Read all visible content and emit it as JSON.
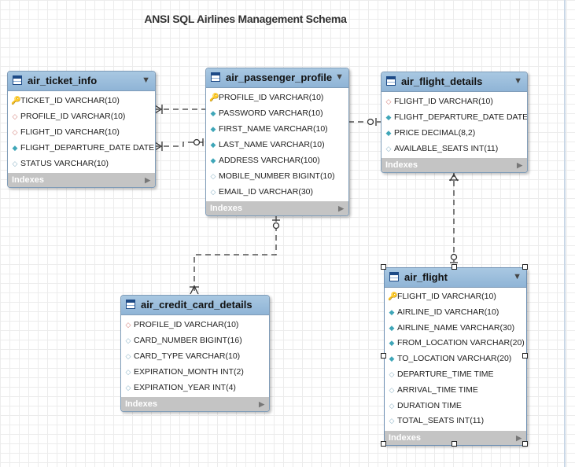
{
  "title": "ANSI SQL Airlines Management Schema",
  "footer_label": "Indexes",
  "colors": {
    "header": "#8fb4d6",
    "footer": "#c4c4c4",
    "key": "#e3b600",
    "fk": "#d3807a",
    "notnull": "#3fa6b8"
  },
  "entities": {
    "air_ticket_info": {
      "name": "air_ticket_info",
      "columns": [
        {
          "text": "TICKET_ID VARCHAR(10)",
          "marker": "key-icon"
        },
        {
          "text": "PROFILE_ID VARCHAR(10)",
          "marker": "foreign-key-icon"
        },
        {
          "text": "FLIGHT_ID VARCHAR(10)",
          "marker": "foreign-key-icon"
        },
        {
          "text": "FLIGHT_DEPARTURE_DATE DATE",
          "marker": "not-null-icon"
        },
        {
          "text": "STATUS VARCHAR(10)",
          "marker": "nullable-icon"
        }
      ]
    },
    "air_passenger_profile": {
      "name": "air_passenger_profile",
      "columns": [
        {
          "text": "PROFILE_ID VARCHAR(10)",
          "marker": "key-icon"
        },
        {
          "text": "PASSWORD VARCHAR(10)",
          "marker": "not-null-icon"
        },
        {
          "text": "FIRST_NAME VARCHAR(10)",
          "marker": "not-null-icon"
        },
        {
          "text": "LAST_NAME VARCHAR(10)",
          "marker": "not-null-icon"
        },
        {
          "text": "ADDRESS VARCHAR(100)",
          "marker": "not-null-icon"
        },
        {
          "text": "MOBILE_NUMBER BIGINT(10)",
          "marker": "nullable-icon"
        },
        {
          "text": "EMAIL_ID VARCHAR(30)",
          "marker": "nullable-icon"
        }
      ]
    },
    "air_flight_details": {
      "name": "air_flight_details",
      "columns": [
        {
          "text": "FLIGHT_ID VARCHAR(10)",
          "marker": "foreign-key-icon"
        },
        {
          "text": "FLIGHT_DEPARTURE_DATE DATE",
          "marker": "not-null-icon"
        },
        {
          "text": "PRICE DECIMAL(8,2)",
          "marker": "not-null-icon"
        },
        {
          "text": "AVAILABLE_SEATS INT(11)",
          "marker": "nullable-icon"
        }
      ]
    },
    "air_credit_card_details": {
      "name": "air_credit_card_details",
      "columns": [
        {
          "text": "PROFILE_ID VARCHAR(10)",
          "marker": "foreign-key-icon"
        },
        {
          "text": "CARD_NUMBER BIGINT(16)",
          "marker": "nullable-icon"
        },
        {
          "text": "CARD_TYPE VARCHAR(10)",
          "marker": "nullable-icon"
        },
        {
          "text": "EXPIRATION_MONTH INT(2)",
          "marker": "nullable-icon"
        },
        {
          "text": "EXPIRATION_YEAR INT(4)",
          "marker": "nullable-icon"
        }
      ]
    },
    "air_flight": {
      "name": "air_flight",
      "columns": [
        {
          "text": "FLIGHT_ID VARCHAR(10)",
          "marker": "key-icon"
        },
        {
          "text": "AIRLINE_ID VARCHAR(10)",
          "marker": "not-null-icon"
        },
        {
          "text": "AIRLINE_NAME VARCHAR(30)",
          "marker": "not-null-icon"
        },
        {
          "text": "FROM_LOCATION VARCHAR(20)",
          "marker": "not-null-icon"
        },
        {
          "text": "TO_LOCATION VARCHAR(20)",
          "marker": "not-null-icon"
        },
        {
          "text": "DEPARTURE_TIME TIME",
          "marker": "nullable-icon"
        },
        {
          "text": "ARRIVAL_TIME TIME",
          "marker": "nullable-icon"
        },
        {
          "text": "DURATION TIME",
          "marker": "nullable-icon"
        },
        {
          "text": "TOTAL_SEATS INT(11)",
          "marker": "nullable-icon"
        }
      ]
    }
  }
}
